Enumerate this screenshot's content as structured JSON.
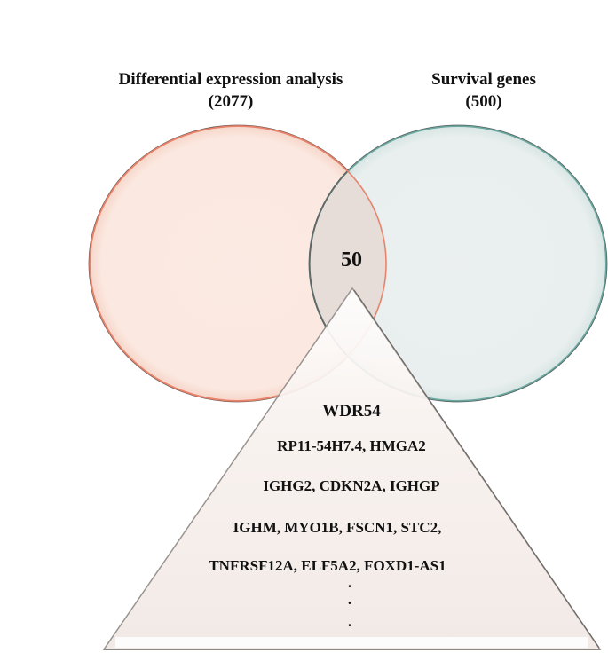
{
  "diagram": {
    "type": "venn-with-pyramid",
    "sets": [
      {
        "name": "Differential expression analysis",
        "count_label": "(2077)",
        "size": 2077,
        "fill": "#fbe9e2",
        "stroke": "#e8826a"
      },
      {
        "name": "Survival genes",
        "count_label": "(500)",
        "size": 500,
        "fill": "#e8eded",
        "stroke": "#6aa8a0"
      }
    ],
    "intersection": {
      "label": "50",
      "size": 50,
      "fill": "#e6ddd8"
    },
    "pyramid": {
      "fill": "#f3ebe7",
      "stroke": "#9a9490",
      "top_gene": "WDR54",
      "gene_rows": [
        "RP11-54H7.4, HMGA2",
        "IGHG2, CDKN2A, IGHGP",
        "IGHM, MYO1B, FSCN1, STC2,",
        "TNFRSF12A, ELF5A2, FOXD1-AS1"
      ],
      "ellipsis": [
        ".",
        ".",
        "."
      ]
    }
  }
}
